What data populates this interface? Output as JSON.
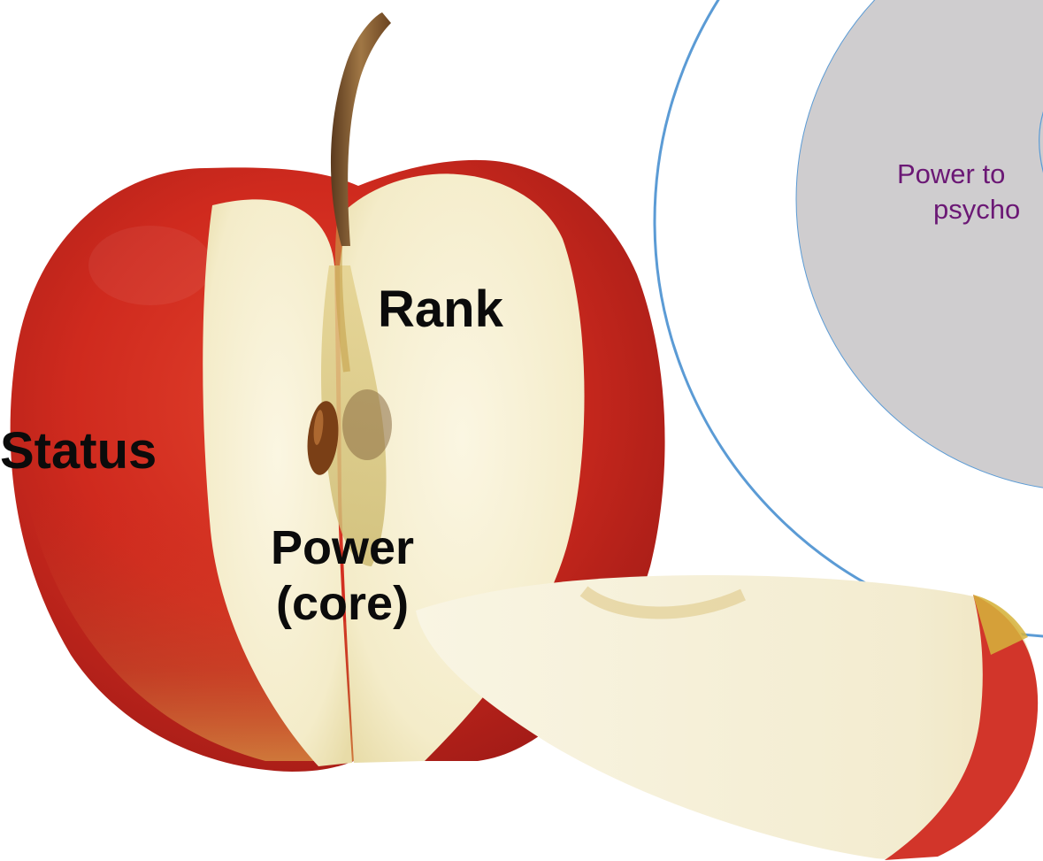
{
  "apple_labels": {
    "rank": "Rank",
    "status": "Status",
    "power_line1": "Power",
    "power_line2": "(core)"
  },
  "circle_diagram": {
    "text_line1": "Power to",
    "text_line2": "psycho"
  },
  "colors": {
    "outer_circle_stroke": "#5b9bd5",
    "inner_circle_fill": "#cfcdcf",
    "circle_text": "#6b1875",
    "label_text": "#0b0b0b",
    "apple_red": "#c8261e",
    "apple_flesh": "#f7f1d6"
  }
}
